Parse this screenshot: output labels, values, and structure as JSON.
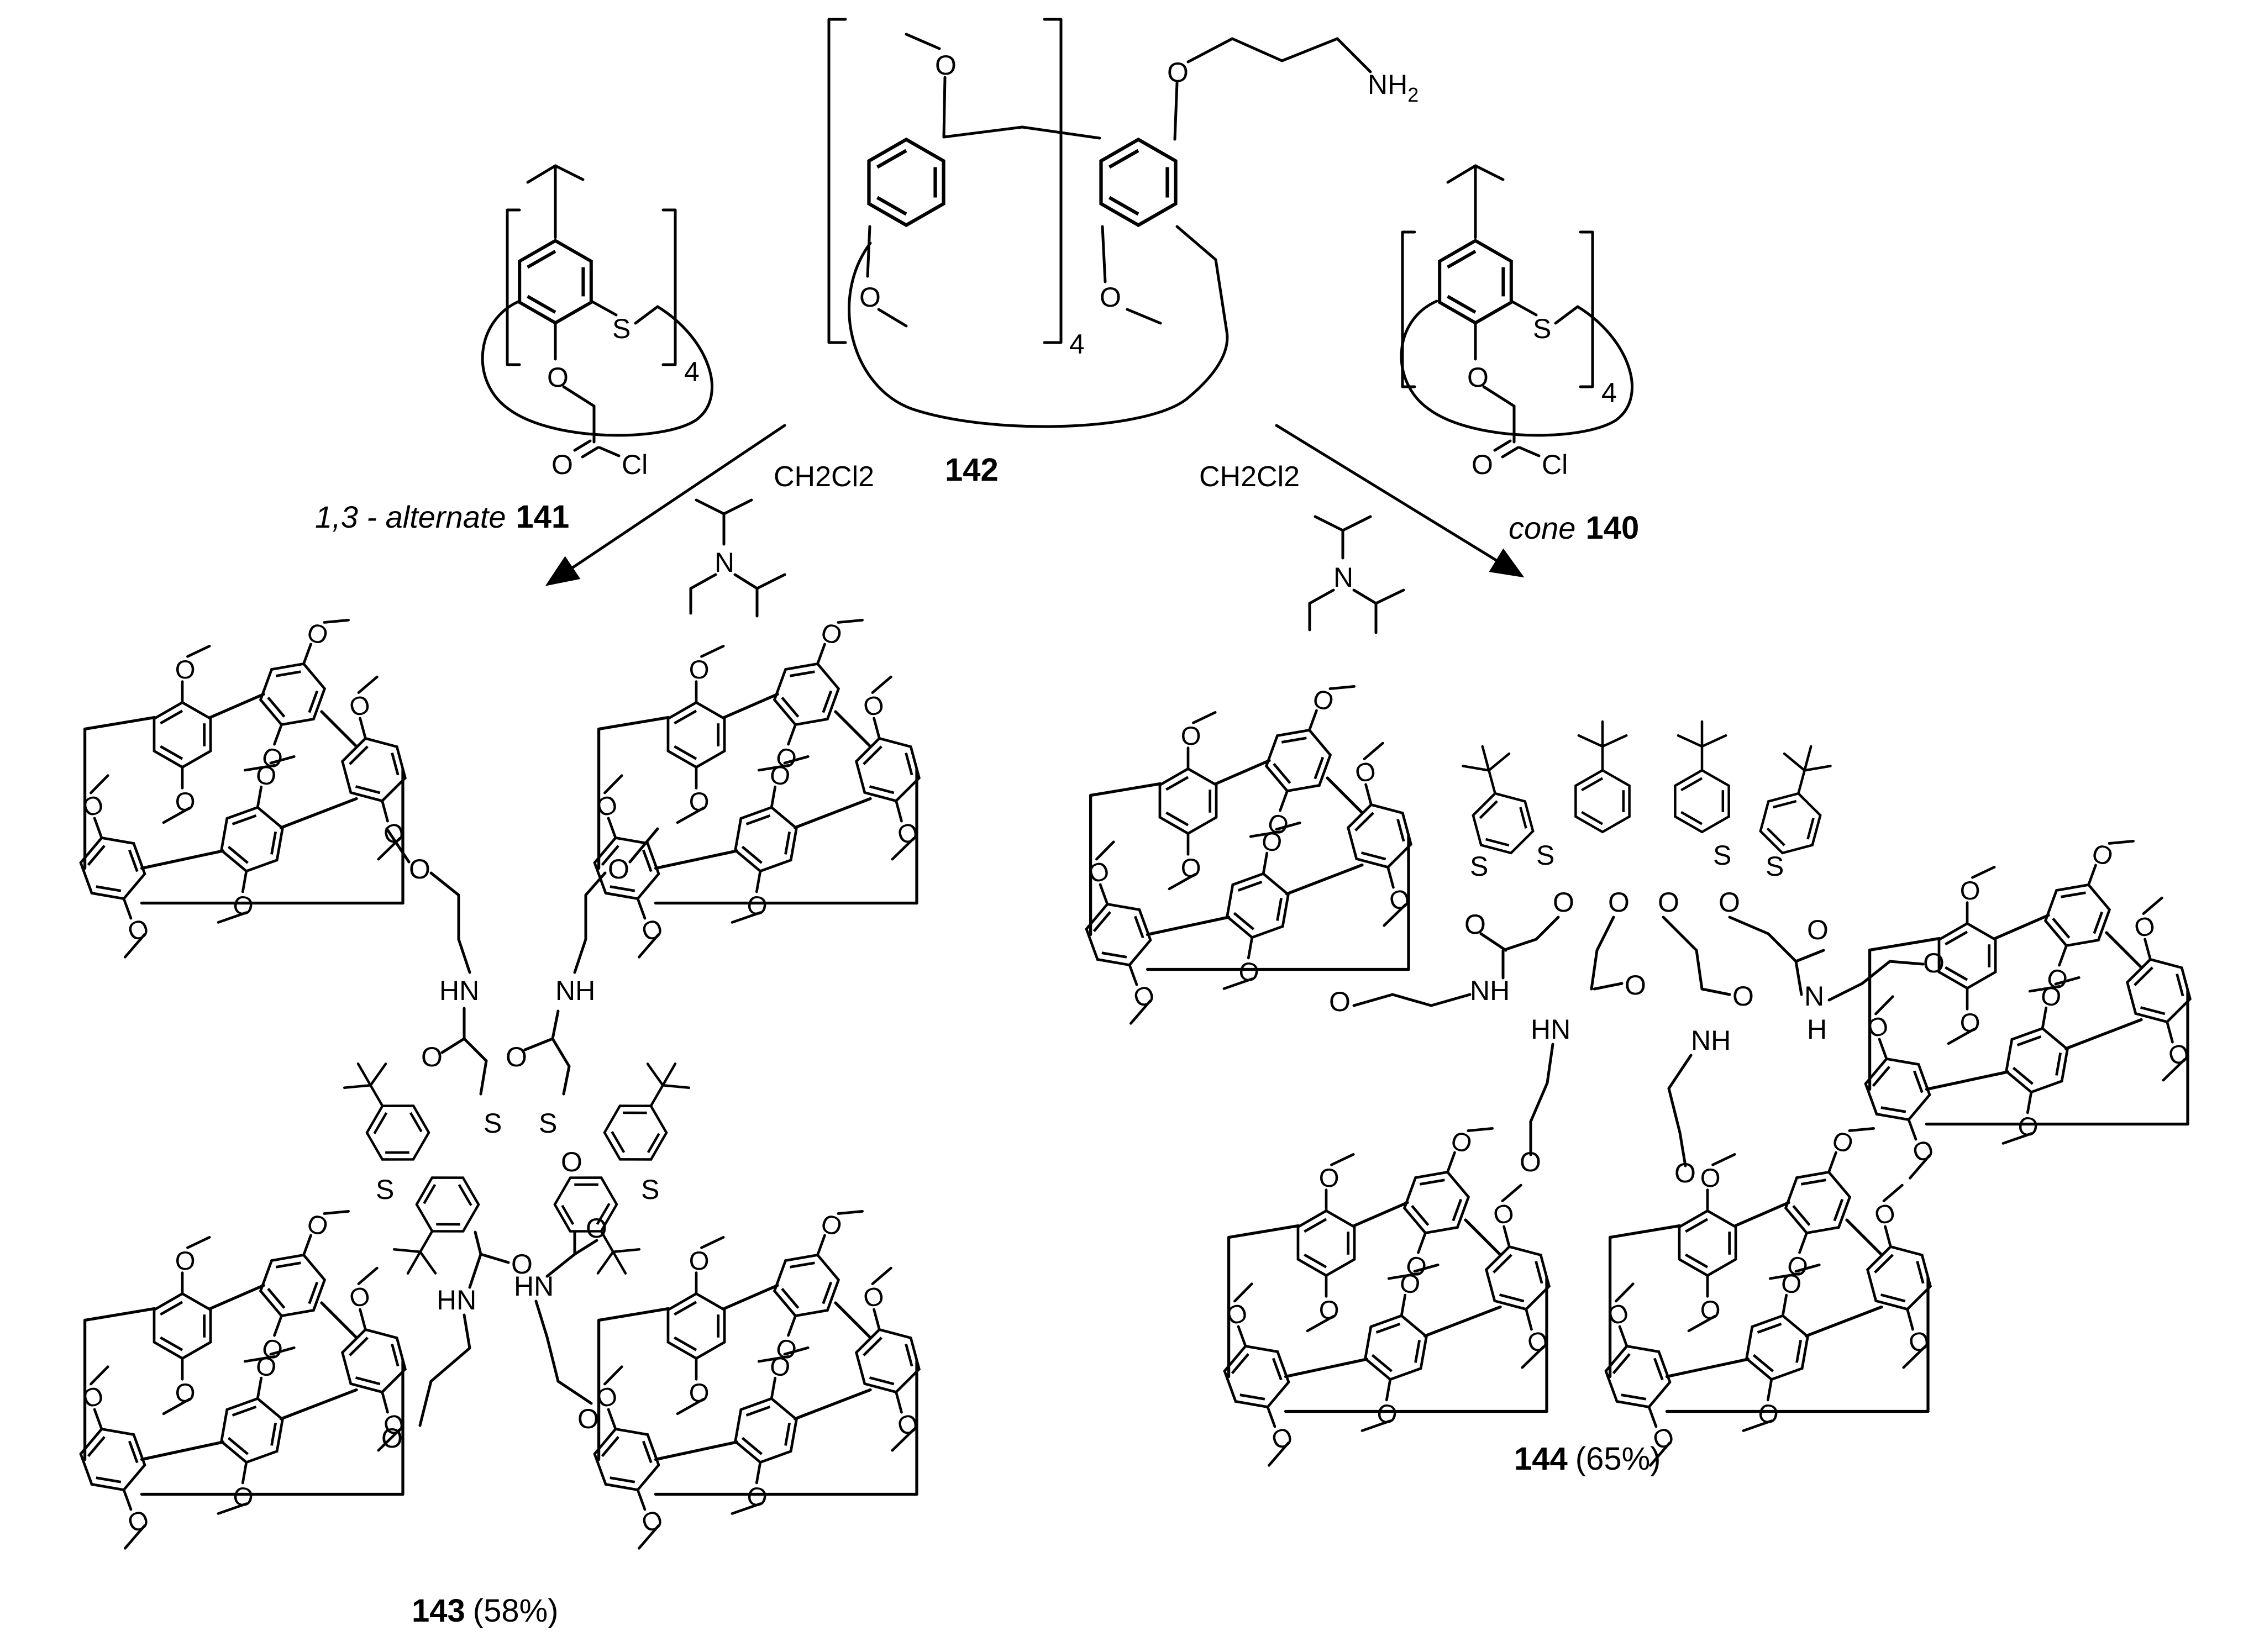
{
  "compounds": {
    "c142": {
      "number": "142",
      "repeat": "4",
      "amine": "NH",
      "amine_sub": "2",
      "oxygen": "O"
    },
    "c141": {
      "descriptor": "1,3 - alternate",
      "number": "141",
      "repeat": "4",
      "sulfur": "S",
      "oxygen": "O",
      "carbonyl_o": "O",
      "chloride": "Cl"
    },
    "c140": {
      "descriptor": "cone",
      "number": "140",
      "repeat": "4",
      "sulfur": "S",
      "oxygen": "O",
      "carbonyl_o": "O",
      "chloride": "Cl"
    },
    "c143": {
      "number": "143",
      "yield": "(58%)"
    },
    "c144": {
      "number": "144",
      "yield": "(65%)"
    }
  },
  "reagents": {
    "left": {
      "solvent": "CH2Cl2",
      "base_n": "N"
    },
    "right": {
      "solvent": "CH2Cl2",
      "base_n": "N"
    }
  },
  "atoms": {
    "S": "S",
    "O": "O",
    "NH": "NH",
    "HN": "HN",
    "N": "N",
    "H": "H",
    "methoxy": "O"
  }
}
